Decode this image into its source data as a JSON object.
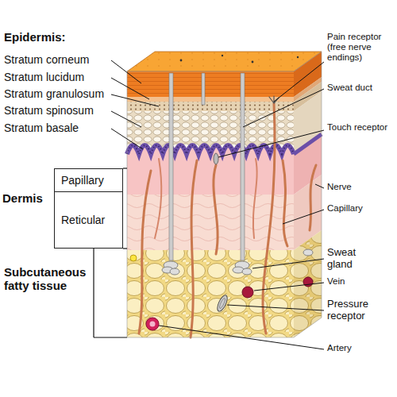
{
  "diagram": {
    "nodes": [
      {
        "text": [
          "Papillary"
        ]
      },
      {
        "text": [
          "Reticular"
        ]
      }
    ],
    "labels": [
      "Epidermis:",
      "Stratum corneum",
      "Stratum lucidum",
      "Stratum granulosum",
      "Stratum spinosum",
      "Stratum basale",
      "Pain receptor (free nerve endings)",
      "Sweat duct",
      "Touch receptor",
      "Dermis",
      "Nerve",
      "Capillary",
      "Sweat gland",
      "Vein",
      "Pressure receptor",
      "Subcutaneous fatty tissue",
      "Artery"
    ]
  }
}
